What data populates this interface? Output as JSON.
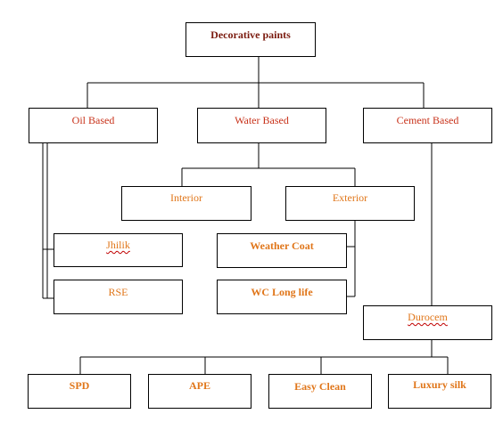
{
  "diagram": {
    "root": "Decorative paints",
    "categories": [
      "Oil Based",
      "Water Based",
      "Cement Based"
    ],
    "water_based_children": [
      "Interior",
      "Exterior"
    ],
    "oil_based_products": [
      "Jhilik",
      "RSE"
    ],
    "exterior_products": [
      "Weather Coat",
      "WC Long life"
    ],
    "cement_based_product": "Durocem",
    "bottom_products": [
      "SPD",
      "APE",
      "Easy Clean",
      "Luxury silk"
    ]
  },
  "colors": {
    "dark_red": "#7a1a0e",
    "red": "#c8321a",
    "orange": "#e0761a",
    "line": "#000000"
  }
}
